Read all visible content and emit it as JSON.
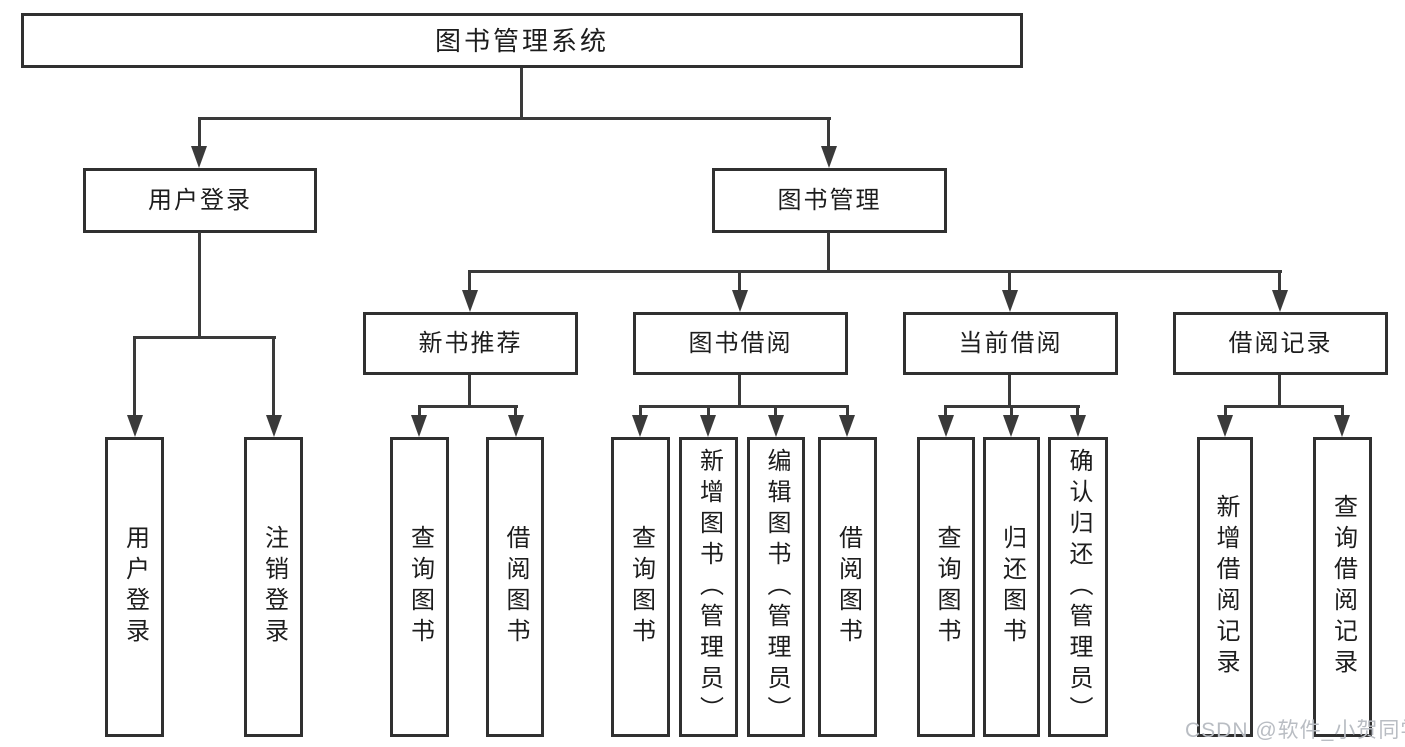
{
  "diagram": {
    "root": {
      "label": "图书管理系统"
    },
    "branches": [
      {
        "label": "用户登录",
        "children": [
          {
            "label": "用户登录"
          },
          {
            "label": "注销登录"
          }
        ]
      },
      {
        "label": "图书管理",
        "children": [
          {
            "label": "新书推荐",
            "children": [
              {
                "label": "查询图书"
              },
              {
                "label": "借阅图书"
              }
            ]
          },
          {
            "label": "图书借阅",
            "children": [
              {
                "label": "查询图书"
              },
              {
                "label": "新增图书（管理员）"
              },
              {
                "label": "编辑图书（管理员）"
              },
              {
                "label": "借阅图书"
              }
            ]
          },
          {
            "label": "当前借阅",
            "children": [
              {
                "label": "查询图书"
              },
              {
                "label": "归还图书"
              },
              {
                "label": "确认归还（管理员）"
              }
            ]
          },
          {
            "label": "借阅记录",
            "children": [
              {
                "label": "新增借阅记录"
              },
              {
                "label": "查询借阅记录"
              }
            ]
          }
        ]
      }
    ]
  },
  "watermark": {
    "text": "CSDN @软件_小贺同学"
  },
  "colors": {
    "line": "#3a3a3a",
    "box_border": "#303030",
    "text": "#1d1d1d",
    "watermark": "#b9bdc3",
    "background": "#ffffff"
  }
}
